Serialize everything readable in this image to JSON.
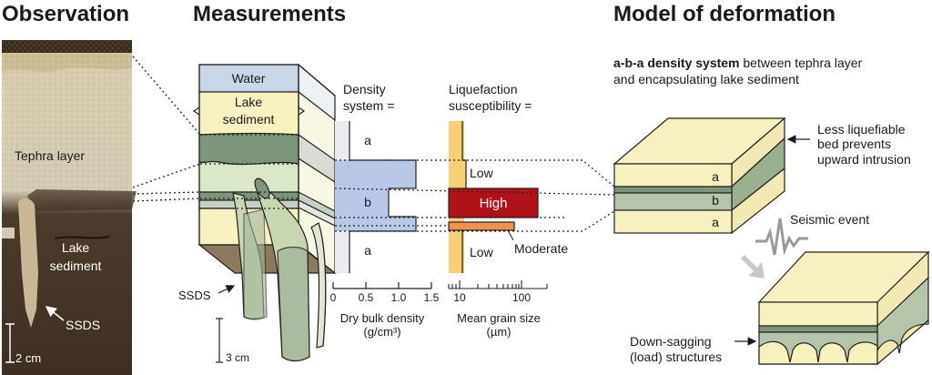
{
  "headings": {
    "observation": "Observation",
    "measurements": "Measurements",
    "model": "Model of deformation"
  },
  "observation": {
    "tephra_label": "Tephra layer",
    "lake_label_1": "Lake",
    "lake_label_2": "sediment",
    "ssds_label": "SSDS",
    "scale_label": "2 cm"
  },
  "measurements": {
    "water_label": "Water",
    "lake_label_1": "Lake",
    "lake_label_2": "sediment",
    "ssds_label": "SSDS",
    "scale_label": "3 cm",
    "density": {
      "title_1": "Density",
      "title_2": "system =",
      "zones": [
        "a",
        "b",
        "a"
      ],
      "axis_ticks": [
        "0",
        "0.5",
        "1.0",
        "1.5"
      ],
      "axis_label_1": "Dry bulk density",
      "axis_label_2": "(g/cm³)"
    },
    "liquefaction": {
      "title_1": "Liquefaction",
      "title_2": "susceptibility =",
      "levels": [
        "Low",
        "High",
        "Moderate",
        "Low"
      ],
      "axis_ticks": [
        "10",
        "100"
      ],
      "axis_label_1": "Mean grain size",
      "axis_label_2": "(µm)"
    }
  },
  "model": {
    "subtitle_bold": "a-b-a density system",
    "subtitle_rest": " between tephra layer",
    "subtitle_line2": "and encapsulating lake sediment",
    "block_layers": [
      "a",
      "b",
      "a"
    ],
    "less_liquefiable_1": "Less liquefiable",
    "less_liquefiable_2": "bed prevents",
    "less_liquefiable_3": "upward intrusion",
    "seismic_label": "Seismic event",
    "load_label_1": "Down-sagging",
    "load_label_2": "(load) structures"
  },
  "colors": {
    "water": "#c9d6e8",
    "lake": "#f8f1c0",
    "tephra_dark": "#7d957a",
    "tephra_light": "#dbe8c8",
    "density_blue": "#b8c8e6",
    "low_yellow": "#f9cf75",
    "high_red": "#b01217",
    "moderate_orange": "#f3924a",
    "block_b": "#b5c4aa"
  }
}
